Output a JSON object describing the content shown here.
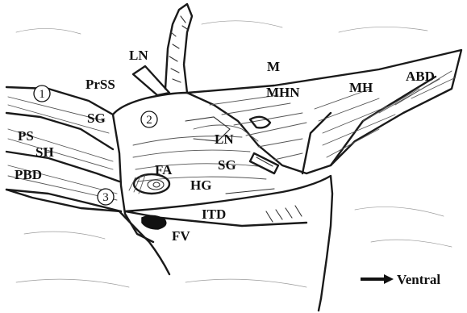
{
  "labels": {
    "m": "M",
    "abd": "ABD",
    "mhn": "MHN",
    "mh": "MH",
    "ln_top": "LN",
    "prss": "PrSS",
    "sg_left": "SG",
    "ps": "PS",
    "sh": "SH",
    "pbd": "PBD",
    "ln_mid": "LN",
    "sg_mid": "SG",
    "fa": "FA",
    "hg": "HG",
    "itd": "ITD",
    "fv": "FV",
    "circle_1": "1",
    "circle_2": "2",
    "circle_3": "3",
    "ventral": "Ventral"
  },
  "icons": {
    "direction_arrow": "right-arrow-icon"
  },
  "colors": {
    "ink": "#1a1a1a",
    "background": "#ffffff",
    "vessel_fill": "#111111"
  }
}
